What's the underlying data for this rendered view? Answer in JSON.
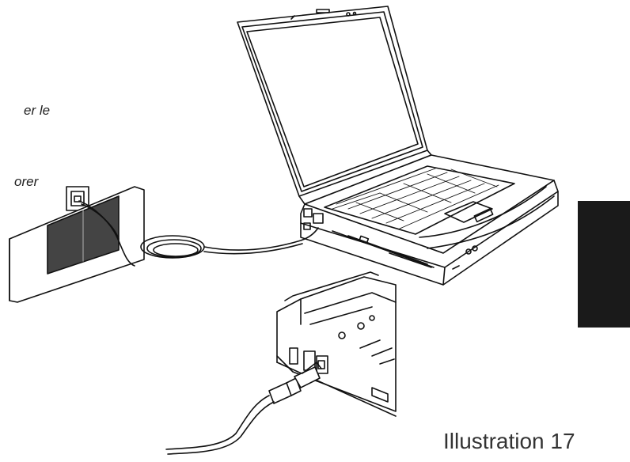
{
  "text_fragments": [
    "er le",
    "orer"
  ],
  "caption": "Illustration 17",
  "colors": {
    "ink": "#111111",
    "tab": "#1a1a1a",
    "paper": "#ffffff"
  }
}
